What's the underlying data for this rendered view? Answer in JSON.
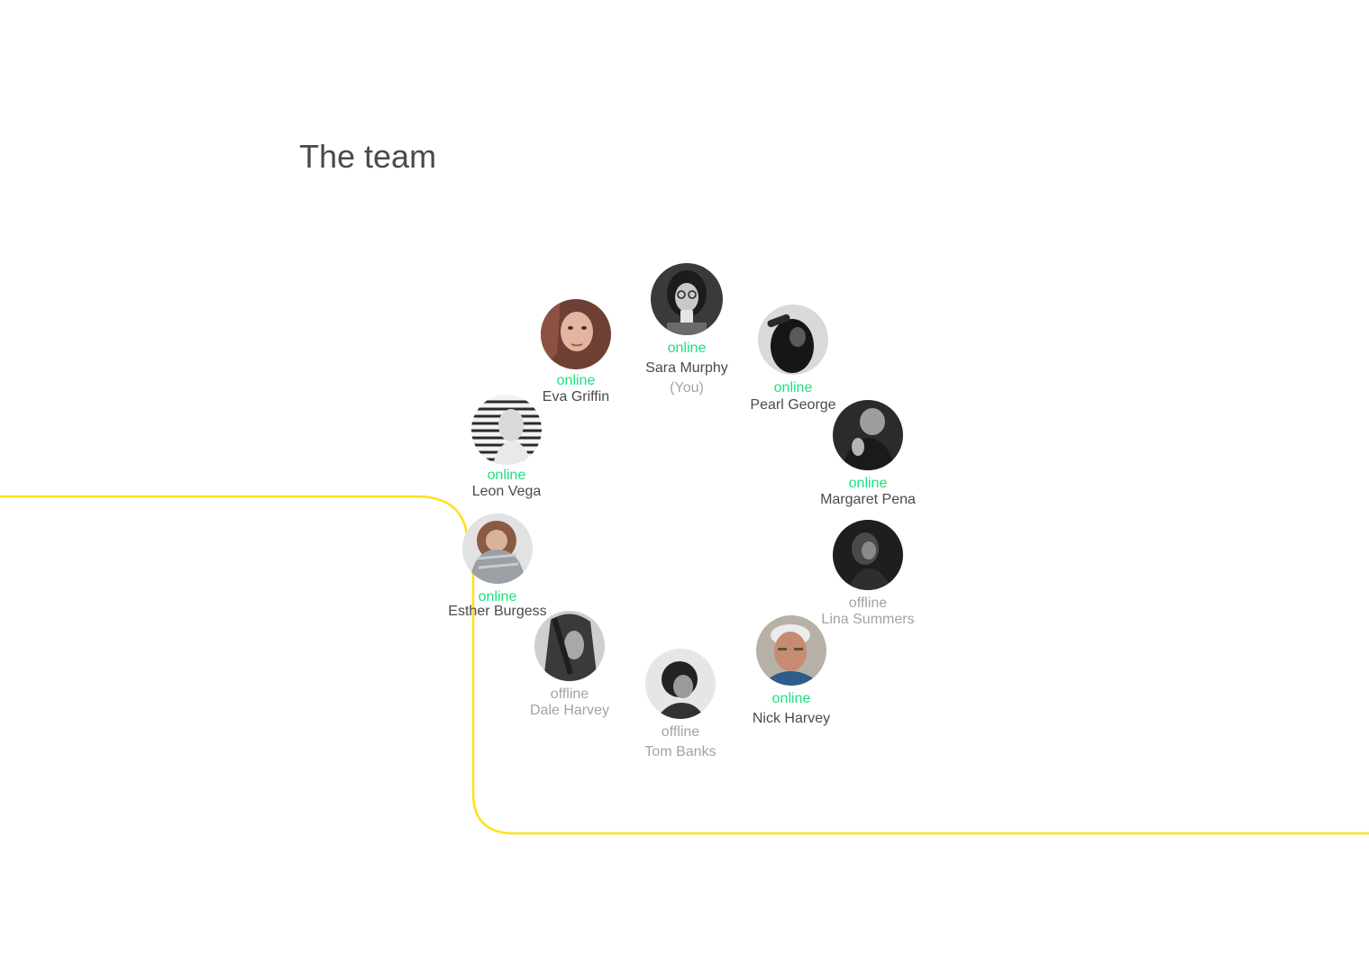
{
  "page": {
    "title": "The team"
  },
  "colors": {
    "online": "#1de07f",
    "offline": "#a3a3a3",
    "text": "#4a4a4a",
    "connector": "#ffe11a"
  },
  "members": [
    {
      "name": "Sara Murphy",
      "status": "online",
      "you_label": "(You)"
    },
    {
      "name": "Pearl George",
      "status": "online"
    },
    {
      "name": "Margaret Pena",
      "status": "online"
    },
    {
      "name": "Lina Summers",
      "status": "offline"
    },
    {
      "name": "Nick Harvey",
      "status": "online"
    },
    {
      "name": "Tom Banks",
      "status": "offline"
    },
    {
      "name": "Dale Harvey",
      "status": "offline"
    },
    {
      "name": "Esther Burgess",
      "status": "online"
    },
    {
      "name": "Leon Vega",
      "status": "online"
    },
    {
      "name": "Eva Griffin",
      "status": "online"
    }
  ]
}
